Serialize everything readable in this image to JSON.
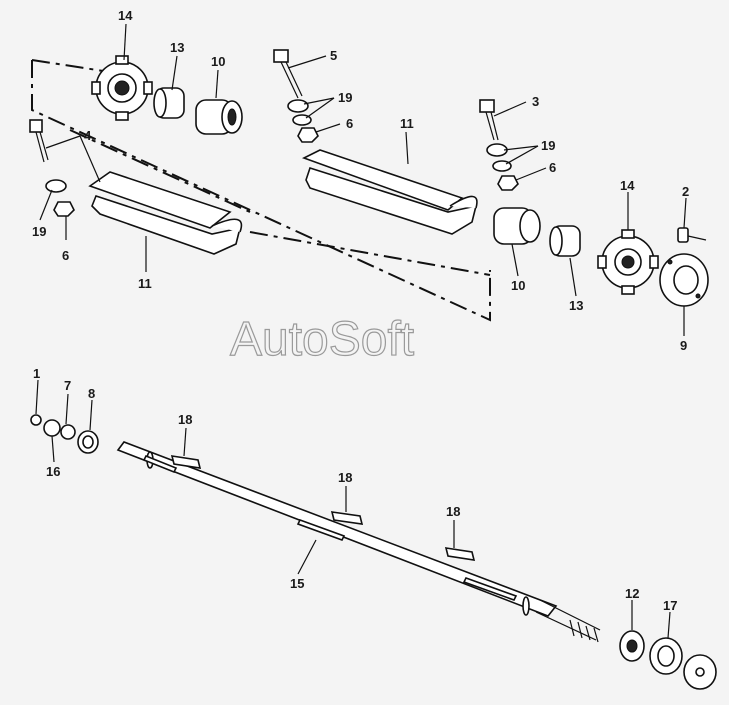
{
  "watermark": "AutoSoft",
  "labels": {
    "l14a": "14",
    "l13a": "13",
    "l10a": "10",
    "l5": "5",
    "l19a": "19",
    "l6a": "6",
    "l3": "3",
    "l11a": "11",
    "l19b": "19",
    "l6b": "6",
    "l4": "4",
    "l19c": "19",
    "l6c": "6",
    "l11b": "11",
    "l14b": "14",
    "l2": "2",
    "l10b": "10",
    "l13b": "13",
    "l9": "9",
    "l1": "1",
    "l7": "7",
    "l8": "8",
    "l16": "16",
    "l18a": "18",
    "l18b": "18",
    "l18c": "18",
    "l15": "15",
    "l12": "12",
    "l17": "17"
  }
}
